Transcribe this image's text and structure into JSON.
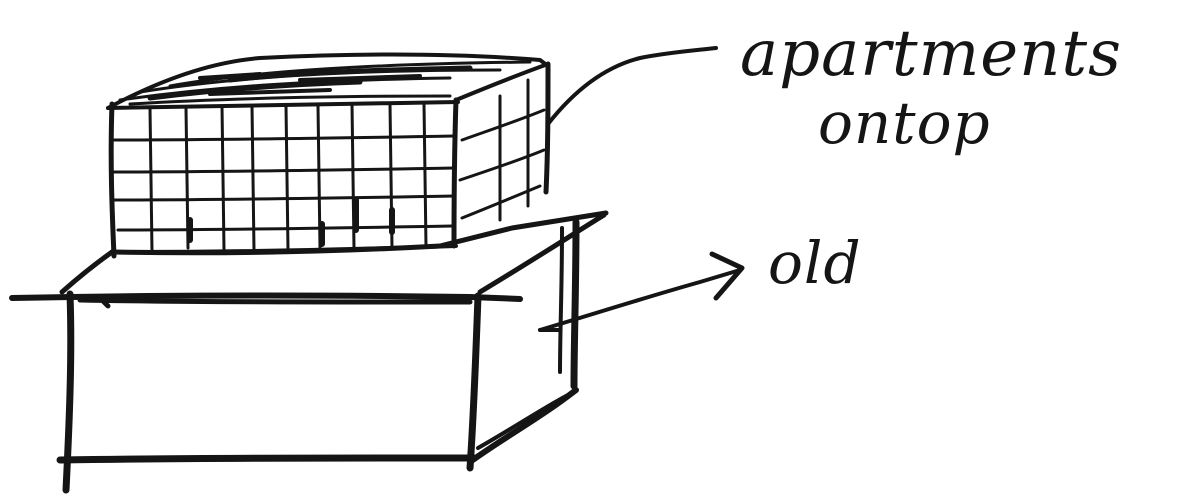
{
  "labels": {
    "new_addition_line1": "apartments",
    "new_addition_line2": "ontop",
    "existing_building": "old"
  },
  "colors": {
    "ink": "#151515",
    "paper": "#ffffff"
  }
}
